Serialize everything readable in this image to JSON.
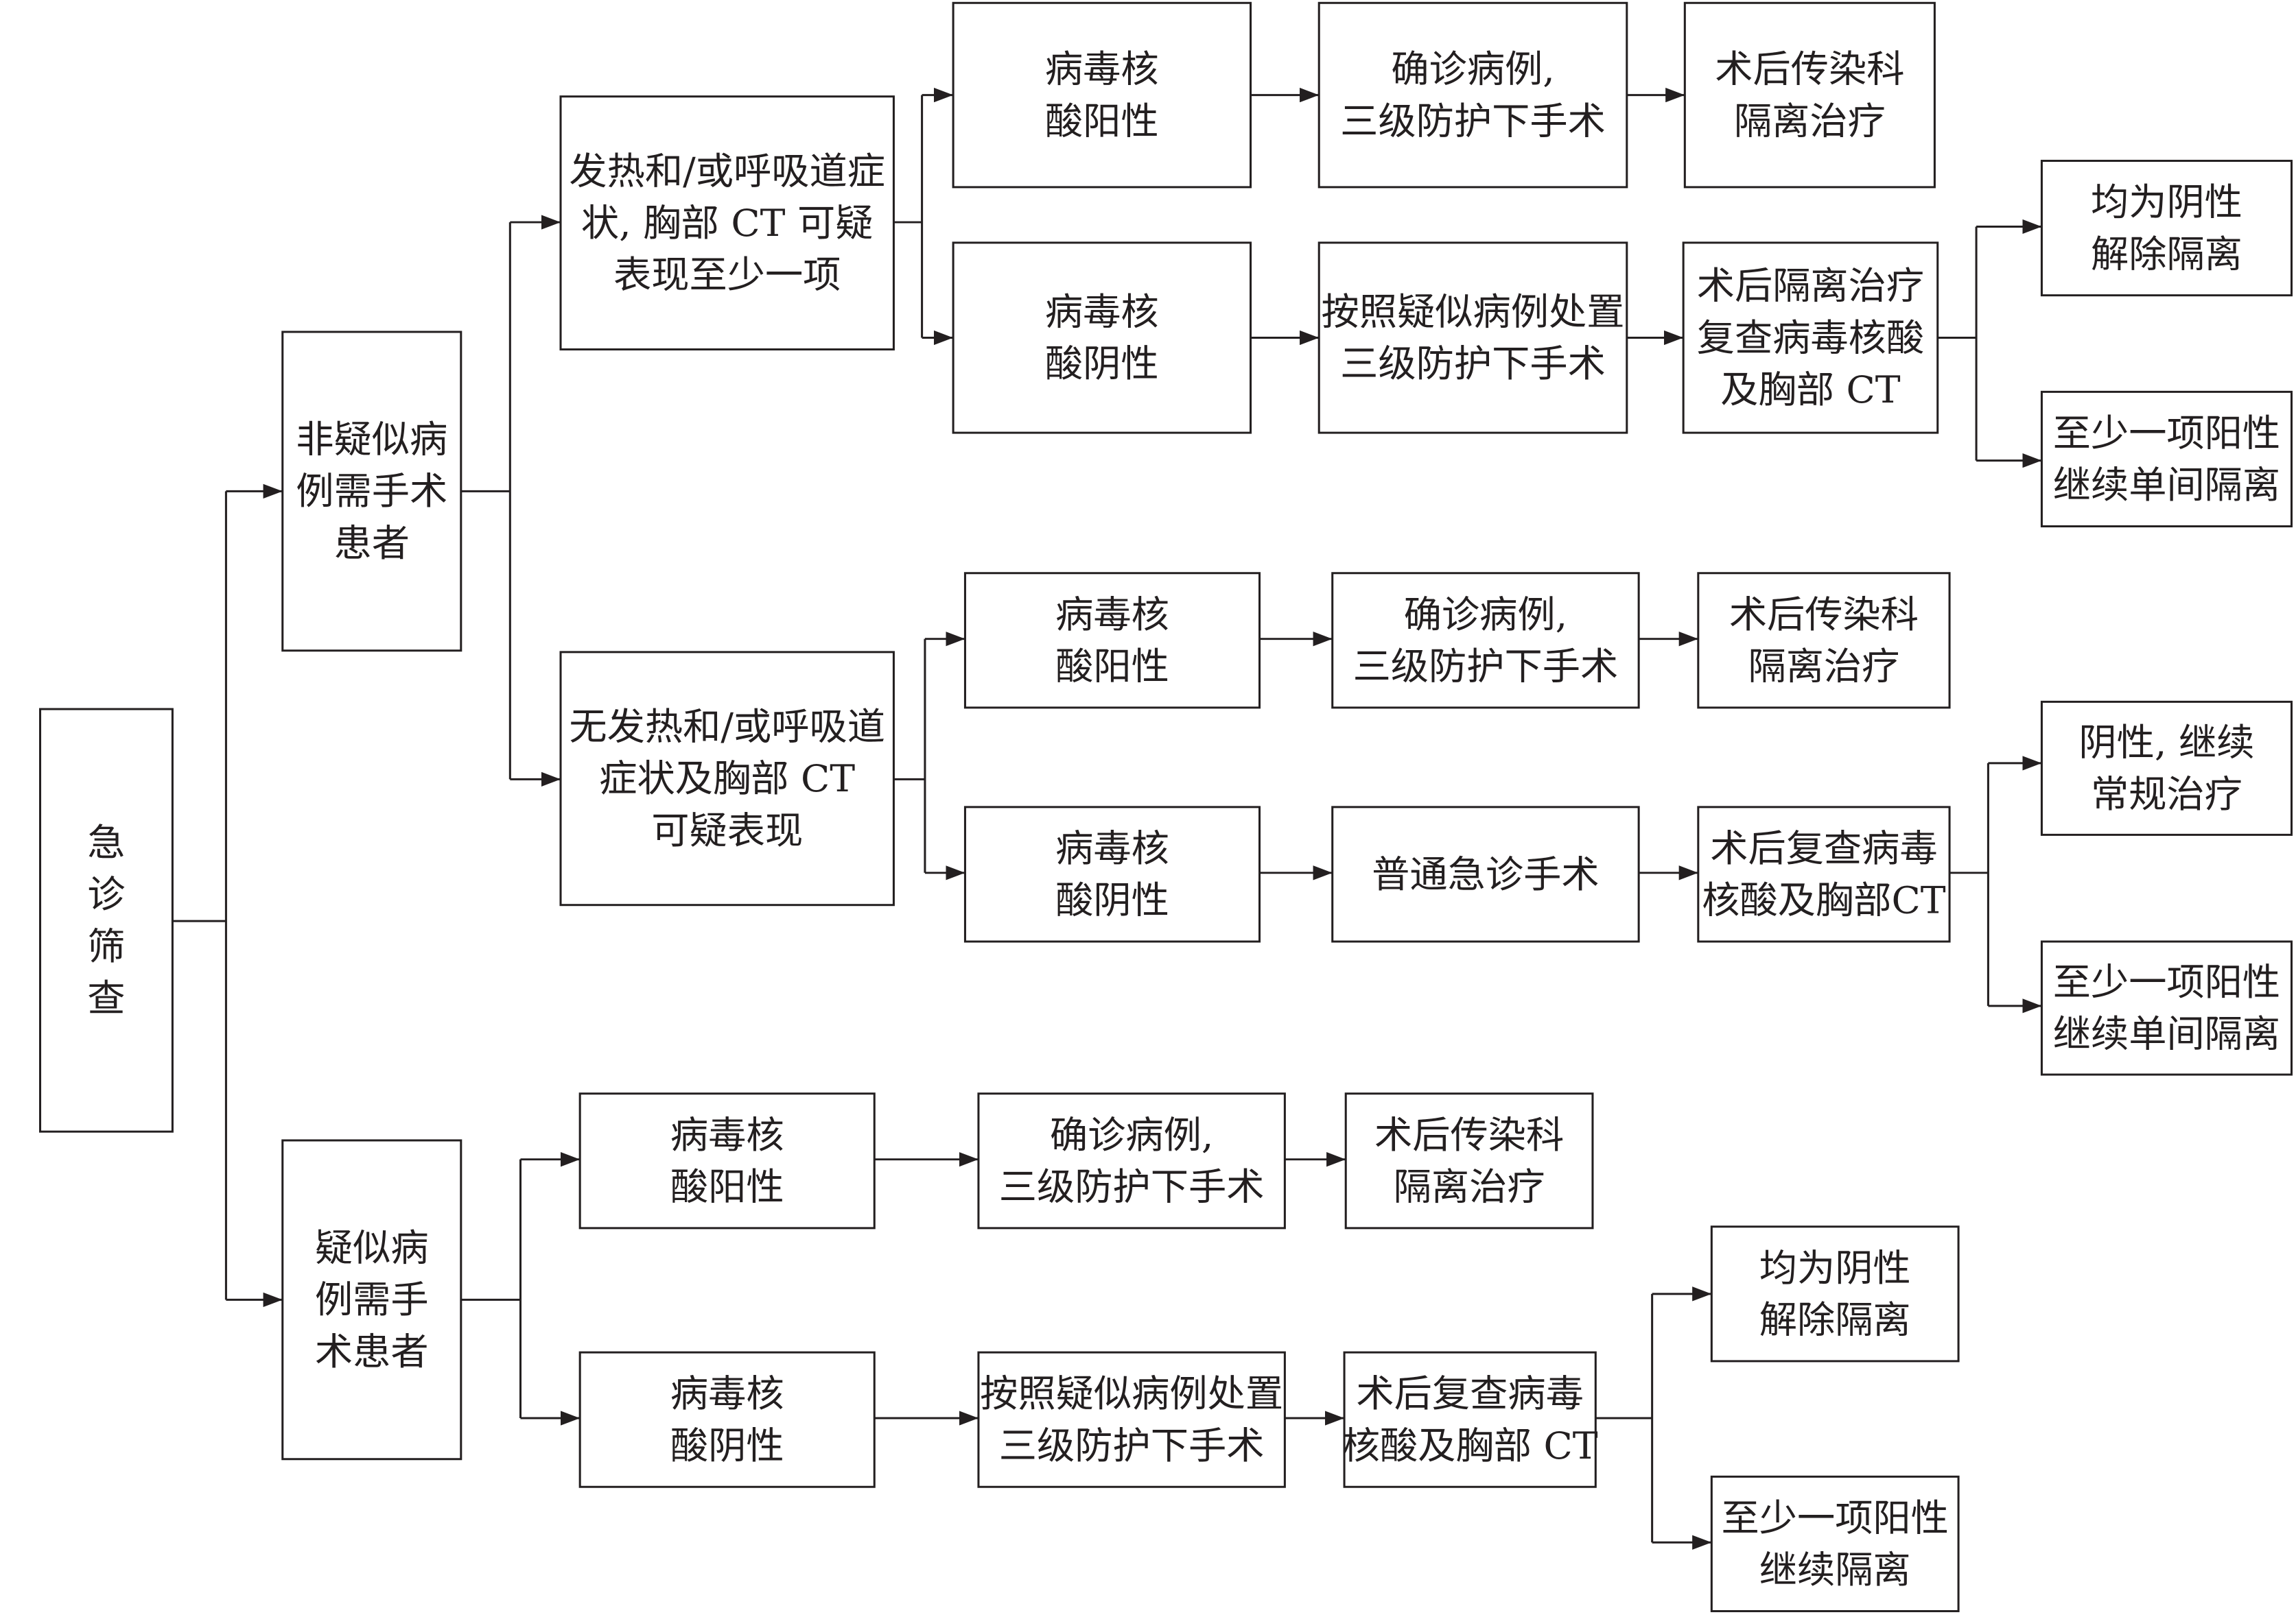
{
  "diagram": {
    "nodes": {
      "root": {
        "lines": [
          "急",
          "诊",
          "筛",
          "查"
        ]
      },
      "non_suspected": {
        "lines": [
          "非疑似病",
          "例需手术",
          "患者"
        ]
      },
      "suspected": {
        "lines": [
          "疑似病",
          "例需手",
          "术患者"
        ]
      },
      "ns_symptomatic": {
        "lines": [
          "发热和/或呼吸道症",
          "状, 胸部 CT 可疑",
          "表现至少一项"
        ]
      },
      "ns_asymptomatic": {
        "lines": [
          "无发热和/或呼吸道",
          "症状及胸部 CT",
          "可疑表现"
        ]
      },
      "ns_sym_positive": {
        "lines": [
          "病毒核",
          "酸阳性"
        ]
      },
      "ns_sym_negative": {
        "lines": [
          "病毒核",
          "酸阴性"
        ]
      },
      "ns_sym_pos_confirmed": {
        "lines": [
          "确诊病例,",
          "三级防护下手术"
        ]
      },
      "ns_sym_neg_handling": {
        "lines": [
          "按照疑似病例处置",
          "三级防护下手术"
        ]
      },
      "ns_sym_pos_post": {
        "lines": [
          "术后传染科",
          "隔离治疗"
        ]
      },
      "ns_sym_neg_post": {
        "lines": [
          "术后隔离治疗",
          "复查病毒核酸",
          "及胸部 CT"
        ]
      },
      "ns_sym_neg_all_negative": {
        "lines": [
          "均为阴性",
          "解除隔离"
        ]
      },
      "ns_sym_neg_any_positive": {
        "lines": [
          "至少一项阳性",
          "继续单间隔离"
        ]
      },
      "ns_asym_positive": {
        "lines": [
          "病毒核",
          "酸阳性"
        ]
      },
      "ns_asym_negative": {
        "lines": [
          "病毒核",
          "酸阴性"
        ]
      },
      "ns_asym_pos_confirmed": {
        "lines": [
          "确诊病例,",
          "三级防护下手术"
        ]
      },
      "ns_asym_neg_surgery": {
        "lines": [
          "普通急诊手术"
        ]
      },
      "ns_asym_pos_post": {
        "lines": [
          "术后传染科",
          "隔离治疗"
        ]
      },
      "ns_asym_neg_post": {
        "lines": [
          "术后复查病毒",
          "核酸及胸部CT"
        ]
      },
      "ns_asym_neg_negative": {
        "lines": [
          "阴性, 继续",
          "常规治疗"
        ]
      },
      "ns_asym_neg_any_positive": {
        "lines": [
          "至少一项阳性",
          "继续单间隔离"
        ]
      },
      "s_positive": {
        "lines": [
          "病毒核",
          "酸阳性"
        ]
      },
      "s_negative": {
        "lines": [
          "病毒核",
          "酸阴性"
        ]
      },
      "s_pos_confirmed": {
        "lines": [
          "确诊病例,",
          "三级防护下手术"
        ]
      },
      "s_neg_handling": {
        "lines": [
          "按照疑似病例处置",
          "三级防护下手术"
        ]
      },
      "s_pos_post": {
        "lines": [
          "术后传染科",
          "隔离治疗"
        ]
      },
      "s_neg_post": {
        "lines": [
          "术后复查病毒",
          "核酸及胸部 CT"
        ]
      },
      "s_neg_all_negative": {
        "lines": [
          "均为阴性",
          "解除隔离"
        ]
      },
      "s_neg_any_positive": {
        "lines": [
          "至少一项阳性",
          "继续隔离"
        ]
      }
    },
    "colors": {
      "stroke": "#231f20",
      "background": "#ffffff"
    }
  }
}
